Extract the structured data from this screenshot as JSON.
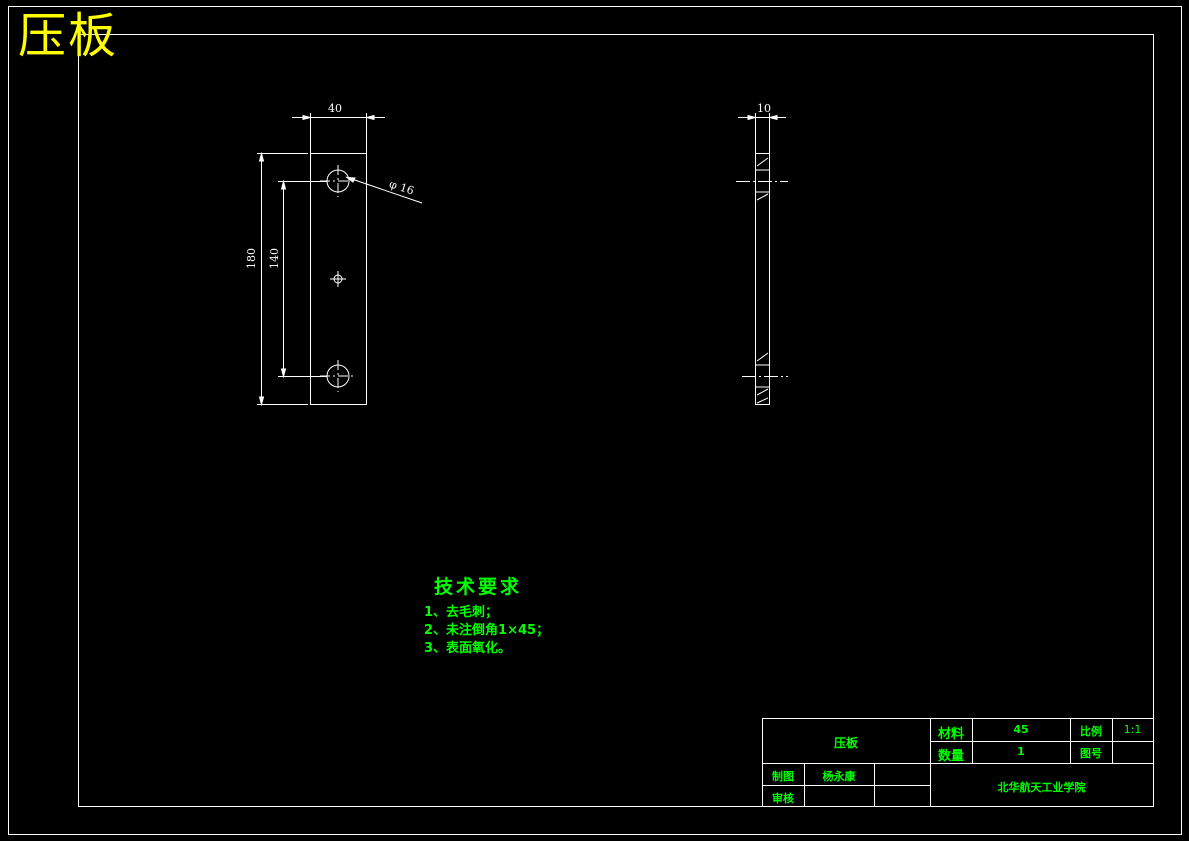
{
  "title": "压板",
  "dimensions": {
    "front_width": "40",
    "front_height_total": "180",
    "front_hole_spacing": "140",
    "hole_diameter": "φ 16",
    "side_thickness": "10"
  },
  "technical_requirements": {
    "heading": "技术要求",
    "items": [
      "1、去毛刺；",
      "2、未注倒角1×45；",
      "3、表面氧化。"
    ]
  },
  "title_block": {
    "part_name": "压板",
    "material_label": "材料",
    "material_value": "45",
    "scale_label": "比例",
    "scale_value": "1:1",
    "quantity_label": "数量",
    "quantity_value": "1",
    "drawing_no_label": "图号",
    "drawing_no_value": "",
    "drafter_label": "制图",
    "drafter_name": "杨永康",
    "checker_label": "审核",
    "checker_name": "",
    "school": "北华航天工业学院"
  },
  "colors": {
    "background": "#000000",
    "lines": "#ffffff",
    "annotation": "#00ff00",
    "title": "#ffff00"
  }
}
